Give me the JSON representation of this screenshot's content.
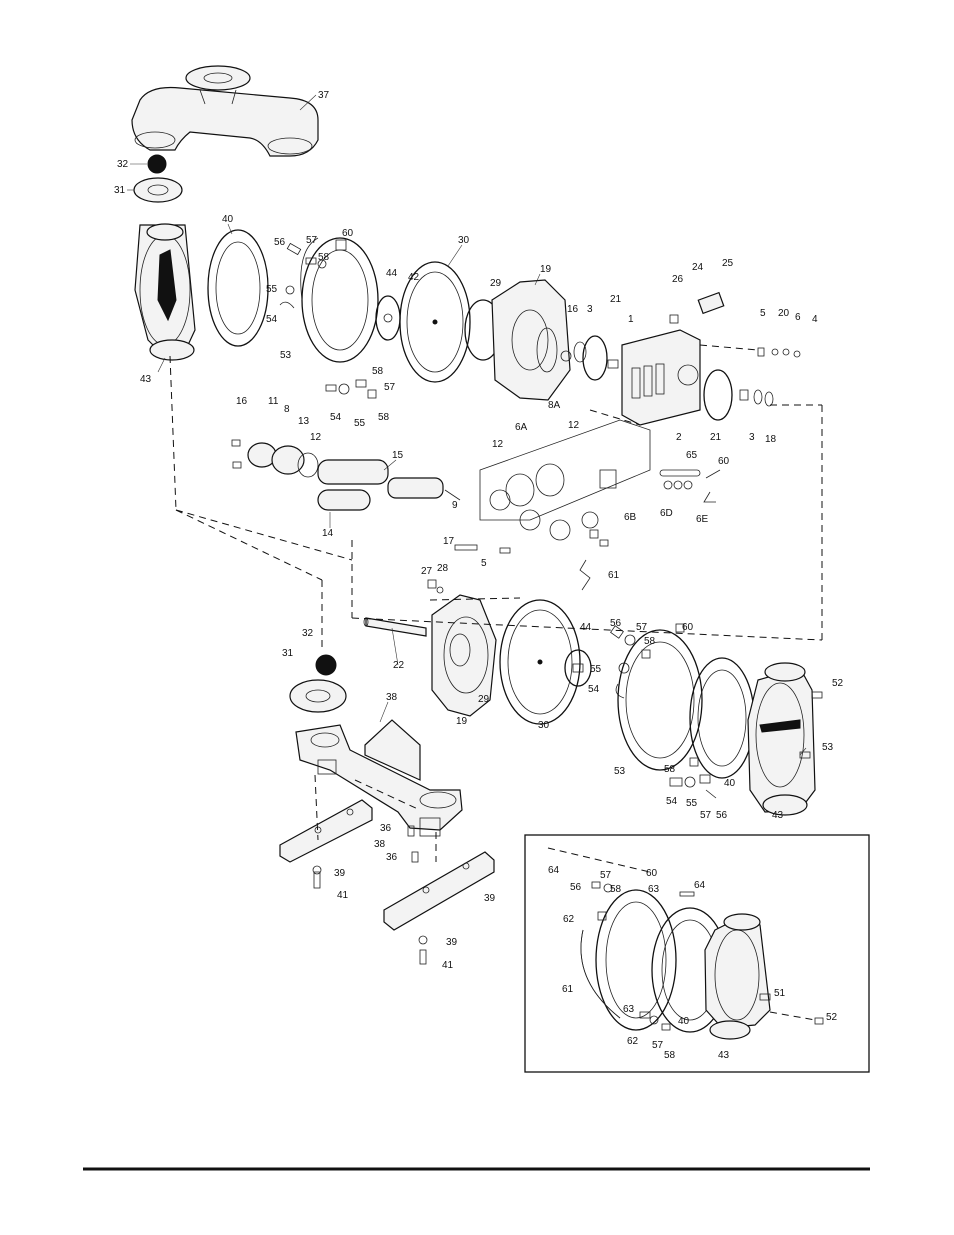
{
  "labels": [
    {
      "id": "37",
      "text": "37"
    },
    {
      "id": "32a",
      "text": "32"
    },
    {
      "id": "31a",
      "text": "31"
    },
    {
      "id": "40a",
      "text": "40"
    },
    {
      "id": "56a",
      "text": "56"
    },
    {
      "id": "57a",
      "text": "57"
    },
    {
      "id": "58a",
      "text": "58"
    },
    {
      "id": "60a",
      "text": "60"
    },
    {
      "id": "30a",
      "text": "30"
    },
    {
      "id": "44a",
      "text": "44"
    },
    {
      "id": "42",
      "text": "42"
    },
    {
      "id": "29a",
      "text": "29"
    },
    {
      "id": "19a",
      "text": "19"
    },
    {
      "id": "26",
      "text": "26"
    },
    {
      "id": "24",
      "text": "24"
    },
    {
      "id": "25",
      "text": "25"
    },
    {
      "id": "16a",
      "text": "16"
    },
    {
      "id": "3a",
      "text": "3"
    },
    {
      "id": "21a",
      "text": "21"
    },
    {
      "id": "1",
      "text": "1"
    },
    {
      "id": "5",
      "text": "5"
    },
    {
      "id": "20",
      "text": "20"
    },
    {
      "id": "6",
      "text": "6"
    },
    {
      "id": "4",
      "text": "4"
    },
    {
      "id": "55a",
      "text": "55"
    },
    {
      "id": "54a",
      "text": "54"
    },
    {
      "id": "53a",
      "text": "53"
    },
    {
      "id": "43a",
      "text": "43"
    },
    {
      "id": "58b",
      "text": "58"
    },
    {
      "id": "57b",
      "text": "57"
    },
    {
      "id": "54b",
      "text": "54"
    },
    {
      "id": "55b",
      "text": "55"
    },
    {
      "id": "58c",
      "text": "58"
    },
    {
      "id": "16b",
      "text": "16"
    },
    {
      "id": "11",
      "text": "11"
    },
    {
      "id": "8b",
      "text": "8"
    },
    {
      "id": "13",
      "text": "13"
    },
    {
      "id": "12a",
      "text": "12"
    },
    {
      "id": "15",
      "text": "15"
    },
    {
      "id": "9",
      "text": "9"
    },
    {
      "id": "14",
      "text": "14"
    },
    {
      "id": "8A",
      "text": "8A"
    },
    {
      "id": "12b",
      "text": "12"
    },
    {
      "id": "6A",
      "text": "6A"
    },
    {
      "id": "12c",
      "text": "12"
    },
    {
      "id": "21b",
      "text": "21"
    },
    {
      "id": "2",
      "text": "2"
    },
    {
      "id": "3b",
      "text": "3"
    },
    {
      "id": "18",
      "text": "18"
    },
    {
      "id": "65",
      "text": "65"
    },
    {
      "id": "60b",
      "text": "60"
    },
    {
      "id": "6D",
      "text": "6D"
    },
    {
      "id": "6E",
      "text": "6E"
    },
    {
      "id": "6B",
      "text": "6B"
    },
    {
      "id": "17",
      "text": "17"
    },
    {
      "id": "5b",
      "text": "5"
    },
    {
      "id": "61",
      "text": "61"
    },
    {
      "id": "27",
      "text": "27"
    },
    {
      "id": "28",
      "text": "28"
    },
    {
      "id": "22",
      "text": "22"
    },
    {
      "id": "19b",
      "text": "19"
    },
    {
      "id": "29b",
      "text": "29"
    },
    {
      "id": "30b",
      "text": "30"
    },
    {
      "id": "44b",
      "text": "44"
    },
    {
      "id": "56b",
      "text": "56"
    },
    {
      "id": "57c",
      "text": "57"
    },
    {
      "id": "58d",
      "text": "58"
    },
    {
      "id": "60c",
      "text": "60"
    },
    {
      "id": "55c",
      "text": "55"
    },
    {
      "id": "54c",
      "text": "54"
    },
    {
      "id": "52a",
      "text": "52"
    },
    {
      "id": "53b",
      "text": "53"
    },
    {
      "id": "53c",
      "text": "53"
    },
    {
      "id": "40b",
      "text": "40"
    },
    {
      "id": "58e",
      "text": "58"
    },
    {
      "id": "54d",
      "text": "54"
    },
    {
      "id": "55d",
      "text": "55"
    },
    {
      "id": "57d",
      "text": "57"
    },
    {
      "id": "56c",
      "text": "56"
    },
    {
      "id": "43b",
      "text": "43"
    },
    {
      "id": "31b",
      "text": "31"
    },
    {
      "id": "32b",
      "text": "32"
    },
    {
      "id": "38a",
      "text": "38"
    },
    {
      "id": "36a",
      "text": "36"
    },
    {
      "id": "38b",
      "text": "38"
    },
    {
      "id": "39a",
      "text": "39"
    },
    {
      "id": "41a",
      "text": "41"
    },
    {
      "id": "36b",
      "text": "36"
    },
    {
      "id": "39b",
      "text": "39"
    },
    {
      "id": "41b",
      "text": "41"
    },
    {
      "id": "39c",
      "text": "39"
    },
    {
      "id": "64a",
      "text": "64"
    },
    {
      "id": "57e",
      "text": "57"
    },
    {
      "id": "60d",
      "text": "60"
    },
    {
      "id": "56d",
      "text": "56"
    },
    {
      "id": "58f",
      "text": "58"
    },
    {
      "id": "63a",
      "text": "63"
    },
    {
      "id": "64b",
      "text": "64"
    },
    {
      "id": "62a",
      "text": "62"
    },
    {
      "id": "61b",
      "text": "61"
    },
    {
      "id": "63b",
      "text": "63"
    },
    {
      "id": "62b",
      "text": "62"
    },
    {
      "id": "57f",
      "text": "57"
    },
    {
      "id": "58g",
      "text": "58"
    },
    {
      "id": "40c",
      "text": "40"
    },
    {
      "id": "51",
      "text": "51"
    },
    {
      "id": "52b",
      "text": "52"
    },
    {
      "id": "43c",
      "text": "43"
    }
  ]
}
